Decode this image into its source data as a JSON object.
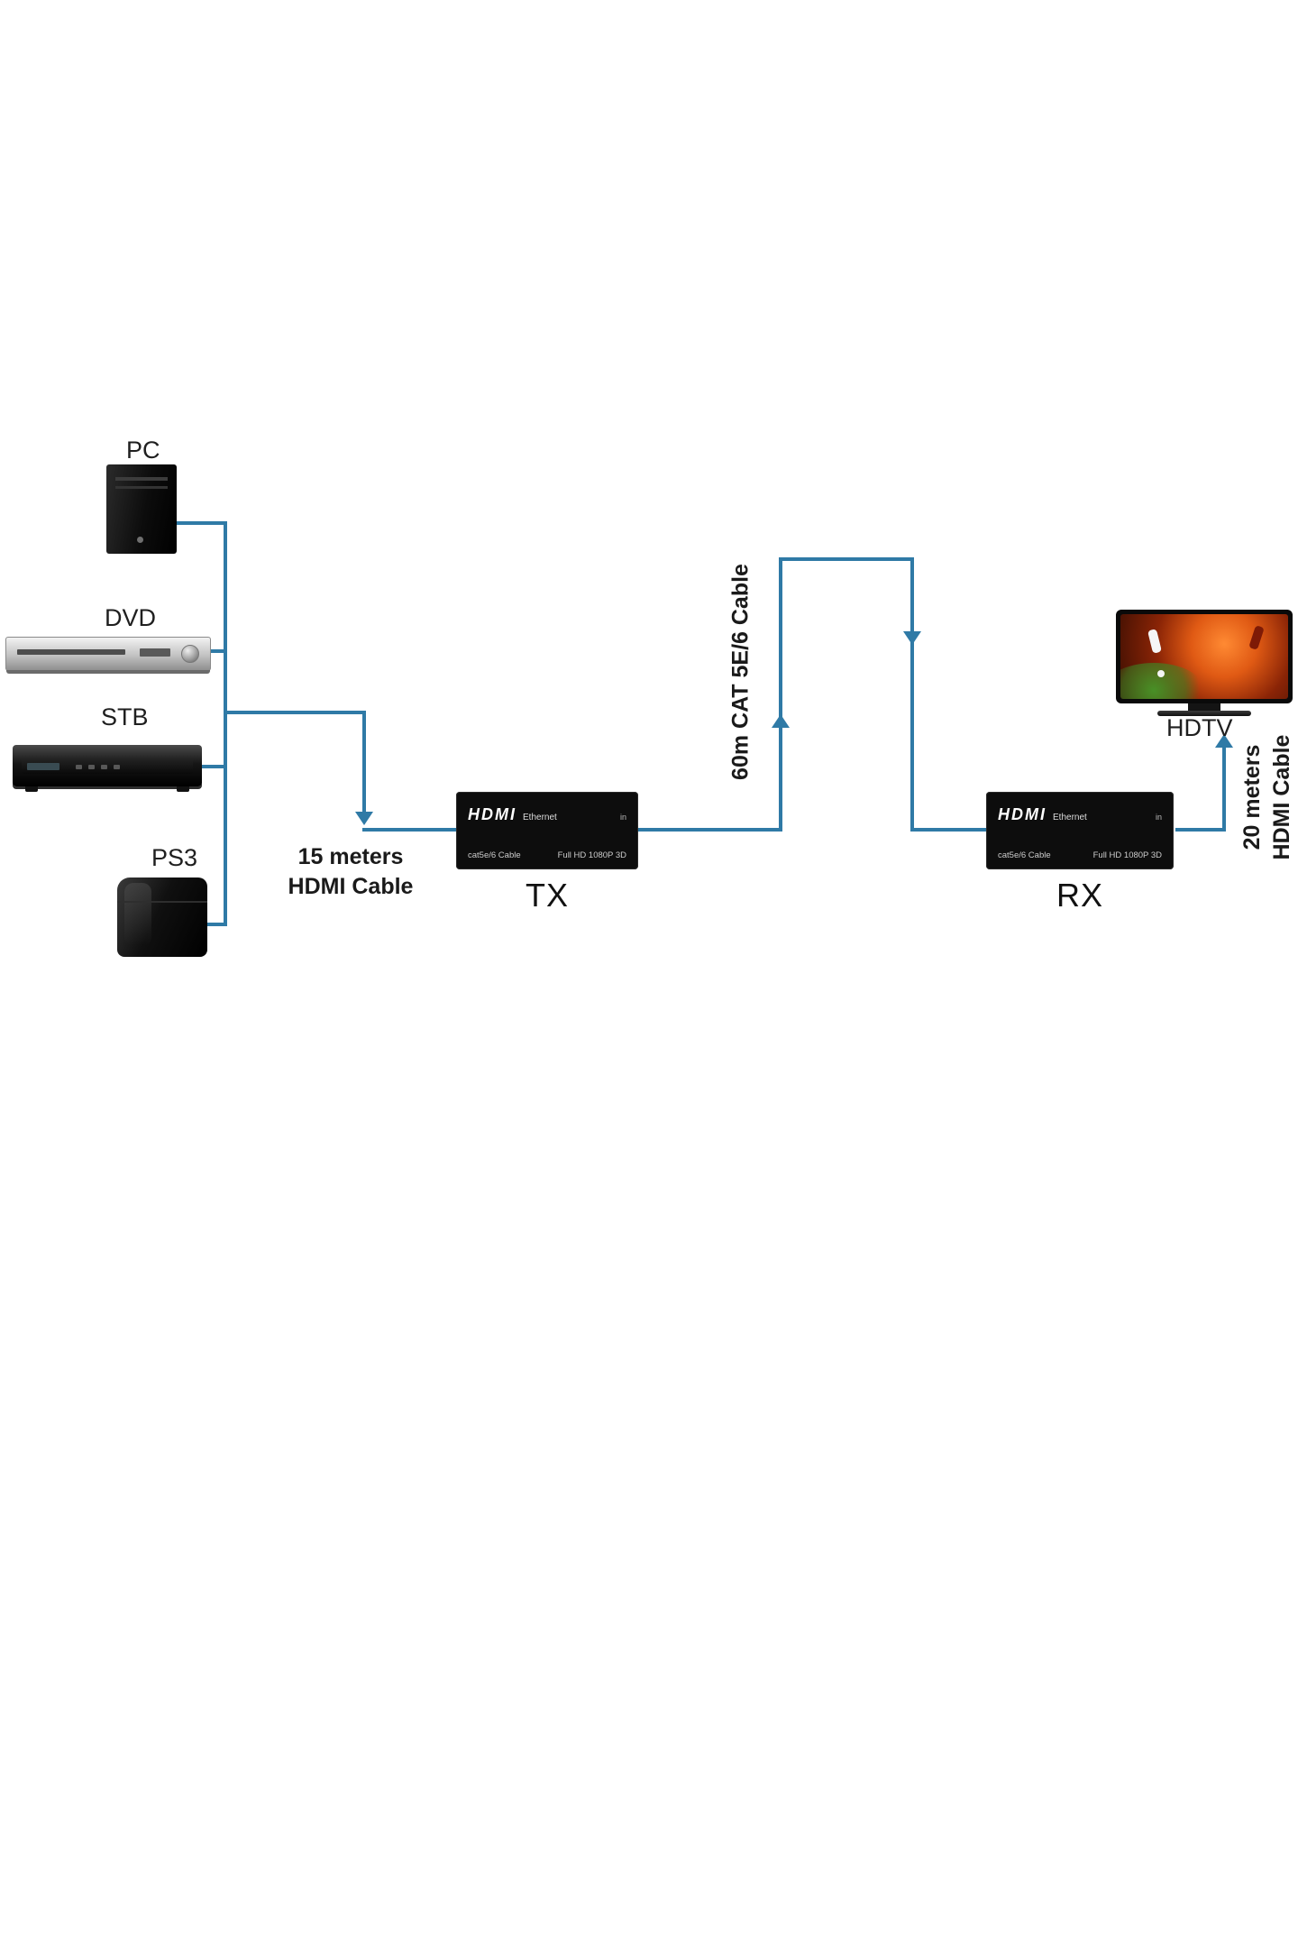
{
  "diagram": {
    "sources": [
      {
        "id": "pc",
        "label": "PC"
      },
      {
        "id": "dvd",
        "label": "DVD"
      },
      {
        "id": "stb",
        "label": "STB"
      },
      {
        "id": "ps3",
        "label": "PS3"
      }
    ],
    "display": {
      "label": "HDTV"
    },
    "transmitter": {
      "label": "TX",
      "logo": "HDMI",
      "logo_sub": "Ethernet",
      "port": "in",
      "spec_left": "cat5e/6 Cable",
      "spec_right": "Full HD 1080P 3D"
    },
    "receiver": {
      "label": "RX",
      "logo": "HDMI",
      "logo_sub": "Ethernet",
      "port": "in",
      "spec_left": "cat5e/6 Cable",
      "spec_right": "Full HD 1080P 3D"
    },
    "cables": {
      "source_to_tx": {
        "line1": "15 meters",
        "line2": "HDMI Cable"
      },
      "tx_to_rx": {
        "label": "60m CAT 5E/6 Cable"
      },
      "rx_to_tv": {
        "line1": "20 meters",
        "line2": "HDMI Cable"
      }
    },
    "colors": {
      "wire": "#2f7aa6"
    }
  }
}
